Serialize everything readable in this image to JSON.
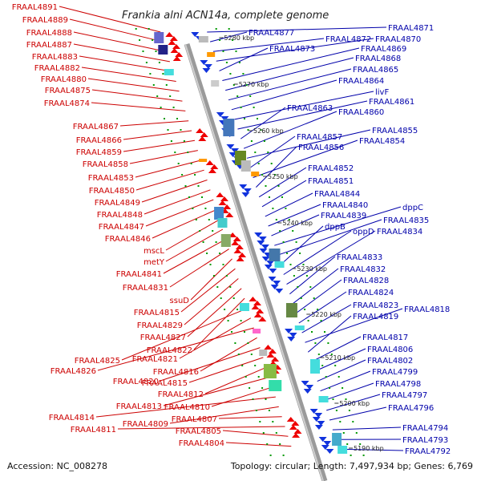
{
  "title": "Frankia alni ACN14a, complete genome",
  "footer": {
    "accession": "Accession: NC_008278",
    "stats": "Topology: circular; Length: 7,497,934 bp; Genes: 6,769"
  },
  "colors": {
    "backbone": "#999999",
    "left_label": "#cc0000",
    "right_label": "#0000aa",
    "forward_gene": "#ee0000",
    "reverse_gene": "#1133dd",
    "ruler_dots": "#009900"
  },
  "ruler": [
    "5280 kbp",
    "5270 kbp",
    "5260 kbp",
    "5250 kbp",
    "5240 kbp",
    "5230 kbp",
    "5220 kbp",
    "5210 kbp",
    "5200 kbp",
    "5190 kbp"
  ],
  "left_labels": [
    "FRAAL4891",
    "FRAAL4889",
    "FRAAL4888",
    "FRAAL4887",
    "FRAAL4883",
    "FRAAL4882",
    "FRAAL4880",
    "FRAAL4875",
    "FRAAL4874",
    "FRAAL4867",
    "FRAAL4866",
    "FRAAL4859",
    "FRAAL4858",
    "FRAAL4853",
    "FRAAL4850",
    "FRAAL4849",
    "FRAAL4848",
    "FRAAL4847",
    "FRAAL4846",
    "mscL",
    "metY",
    "FRAAL4841",
    "FRAAL4831",
    "ssuD",
    "FRAAL4815",
    "FRAAL4829",
    "FRAAL4827",
    "FRAAL4822",
    "FRAAL4825",
    "FRAAL4821",
    "FRAAL4826",
    "FRAAL4816",
    "FRAAL4820",
    "FRAAL4815",
    "FRAAL4812",
    "FRAAL4813",
    "FRAAL4810",
    "FRAAL4814",
    "FRAAL4809",
    "FRAAL4807",
    "FRAAL4811",
    "FRAAL4805",
    "FRAAL4804"
  ],
  "right_labels": [
    "FRAAL4871",
    "FRAAL4877",
    "FRAAL4872",
    "FRAAL4870",
    "FRAAL4873",
    "FRAAL4869",
    "FRAAL4868",
    "FRAAL4865",
    "FRAAL4864",
    "livF",
    "FRAAL4861",
    "FRAAL4863",
    "FRAAL4860",
    "FRAAL4855",
    "FRAAL4857",
    "FRAAL4854",
    "FRAAL4856",
    "FRAAL4852",
    "FRAAL4851",
    "FRAAL4844",
    "FRAAL4840",
    "FRAAL4839",
    "dppC",
    "FRAAL4835",
    "dppB",
    "oppD",
    "FRAAL4834",
    "FRAAL4833",
    "FRAAL4832",
    "FRAAL4828",
    "FRAAL4824",
    "FRAAL4823",
    "FRAAL4818",
    "FRAAL4819",
    "FRAAL4817",
    "FRAAL4806",
    "FRAAL4802",
    "FRAAL4799",
    "FRAAL4798",
    "FRAAL4797",
    "FRAAL4796",
    "FRAAL4794",
    "FRAAL4793",
    "FRAAL4792"
  ]
}
